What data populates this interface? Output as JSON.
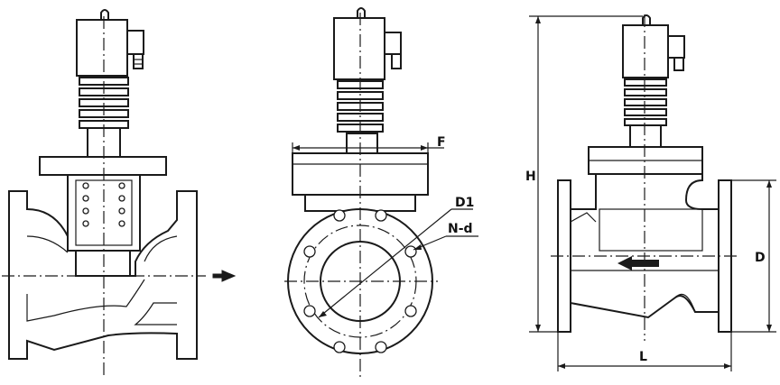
{
  "labels": {
    "flange_thickness": "F",
    "bolt_circle": "D1",
    "bolt_holes": "N-d",
    "height": "H",
    "flange_diameter": "D",
    "length": "L"
  },
  "colors": {
    "line": "#1a1a1a",
    "background": "#ffffff"
  },
  "icons": {
    "flow_direction": "left-arrow"
  }
}
